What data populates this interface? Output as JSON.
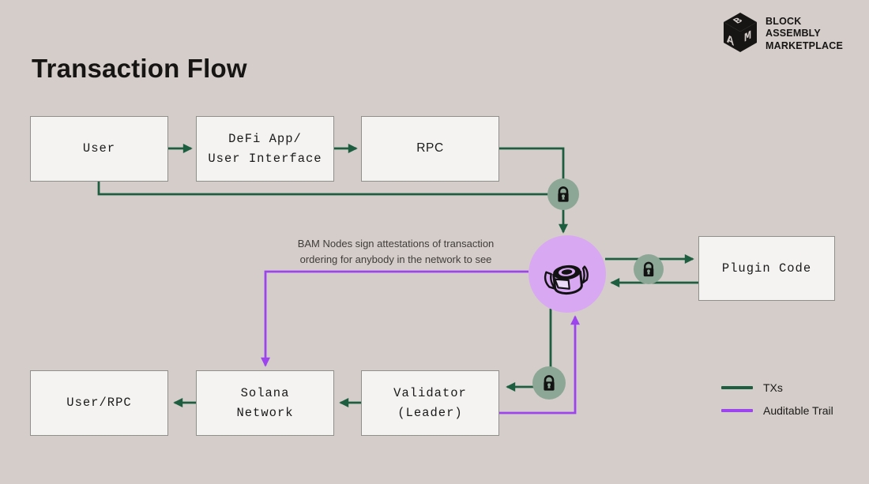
{
  "page": {
    "title": "Transaction Flow",
    "background": "#d4cdc9"
  },
  "logo": {
    "icon": "bam-cube-logo",
    "lines": [
      "BLOCK",
      "ASSEMBLY",
      "MARKETPLACE"
    ]
  },
  "nodes": {
    "user": {
      "label": "User"
    },
    "defi": {
      "label": "DeFi App/\nUser Interface"
    },
    "rpc": {
      "label": "RPC"
    },
    "plugin": {
      "label": "Plugin Code"
    },
    "user_rpc": {
      "label": "User/RPC"
    },
    "solana": {
      "label": "Solana\nNetwork"
    },
    "validator": {
      "label": "Validator\n(Leader)"
    },
    "bam_node": {
      "icon": "bam-barrel-icon",
      "shape": "purple-circle"
    }
  },
  "annotation": {
    "text": "BAM Nodes sign attestations of transaction\nordering for anybody in the network to see"
  },
  "locks": {
    "icon": "padlock-icon",
    "count": 3,
    "positions": [
      "rpc-to-bam",
      "bam-to-plugin",
      "bam-to-validator"
    ]
  },
  "legend": {
    "items": [
      {
        "label": "TXs",
        "color": "#1e5e40"
      },
      {
        "label": "Auditable Trail",
        "color": "#9d44ef"
      }
    ]
  },
  "colors": {
    "background": "#d4cdc9",
    "node_fill": "#f4f3f1",
    "node_border": "#8f8f8c",
    "tx_line": "#1e5e40",
    "auditable_line": "#9d44ef",
    "lock_circle": "#8ca795",
    "bam_circle": "#d9a8f3",
    "text": "#1a1a1a"
  },
  "flows": {
    "tx": [
      "User→DeFi App",
      "DeFi App→RPC",
      "RPC→BAM Node (lock)",
      "User→BAM Node (lock)",
      "BAM Node→Plugin Code (lock)",
      "Plugin Code→BAM Node",
      "BAM Node→Validator (lock)",
      "Validator→Solana Network",
      "Solana Network→User/RPC"
    ],
    "auditable": [
      "Validator→BAM Node",
      "BAM Node→Solana Network"
    ]
  }
}
